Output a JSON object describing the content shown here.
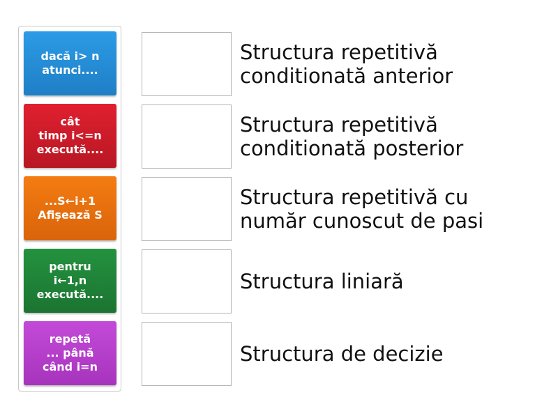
{
  "tiles": [
    {
      "text": "dacă i> n\natunci....",
      "color": "#2c9be6",
      "color_dark": "#1f7fc6"
    },
    {
      "text": "cât\ntimp i<=n\nexecută....",
      "color": "#e0202f",
      "color_dark": "#b81724"
    },
    {
      "text": "...S←i+1\nAfișează S",
      "color": "#f47c12",
      "color_dark": "#d9640a"
    },
    {
      "text": "pentru\ni←1,n\nexecută....",
      "color": "#24923f",
      "color_dark": "#1b7431"
    },
    {
      "text": "repetă\n... până\ncând i=n",
      "color": "#c34ad8",
      "color_dark": "#a734bd"
    }
  ],
  "targets": [
    {
      "label": "Structura repetitivă\nconditionată anterior"
    },
    {
      "label": "Structura repetitivă\nconditionată posterior"
    },
    {
      "label": "Structura repetitivă cu\nnumăr cunoscut de pasi"
    },
    {
      "label": "Structura liniară"
    },
    {
      "label": "Structura de decizie"
    }
  ]
}
